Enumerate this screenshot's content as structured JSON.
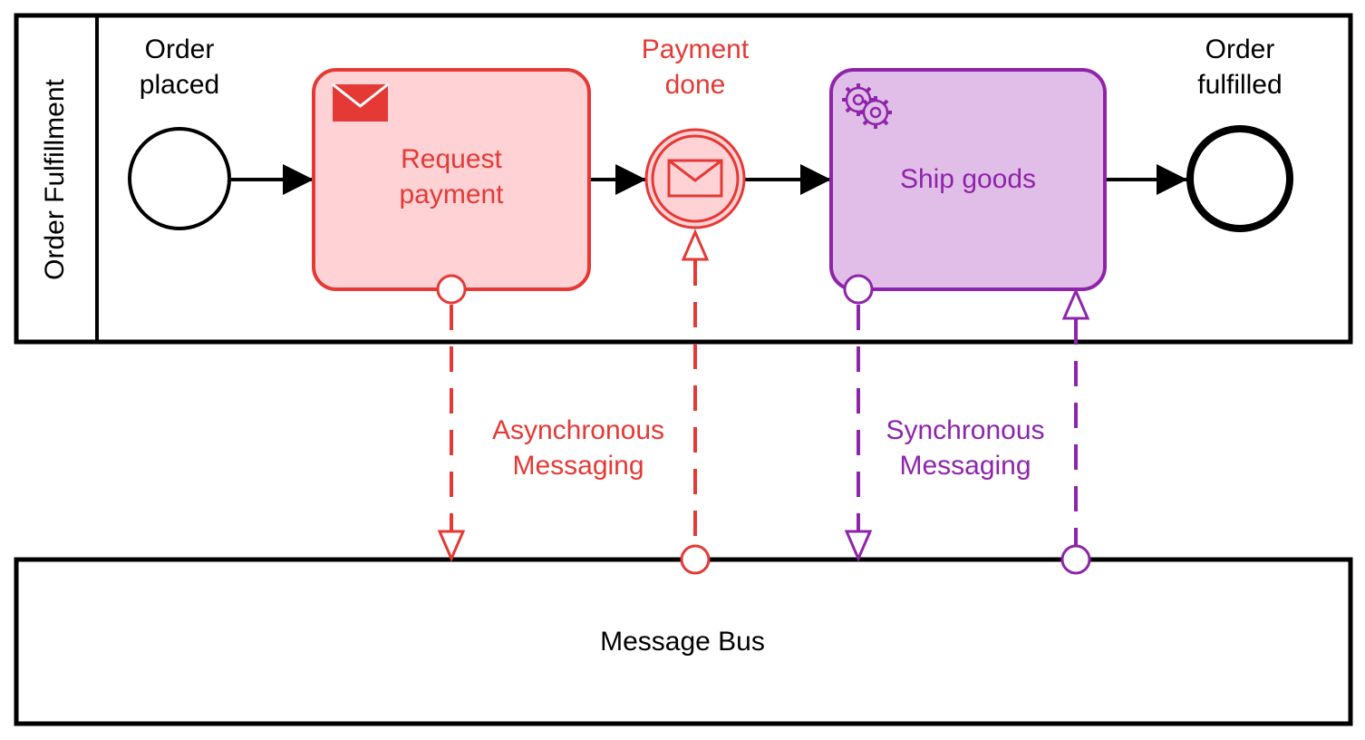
{
  "pool": {
    "label": "Order Fulfillment"
  },
  "start_event": {
    "label": "Order\nplaced"
  },
  "task_request_payment": {
    "label": "Request\npayment",
    "type_icon": "envelope-icon"
  },
  "event_payment_done": {
    "label": "Payment\ndone",
    "type_icon": "envelope-icon"
  },
  "task_ship_goods": {
    "label": "Ship goods",
    "type_icon": "gears-icon"
  },
  "end_event": {
    "label": "Order\nfulfilled"
  },
  "async_messaging": {
    "label": "Asynchronous\nMessaging"
  },
  "sync_messaging": {
    "label": "Synchronous\nMessaging"
  },
  "message_bus": {
    "label": "Message Bus"
  },
  "colors": {
    "line": "#000000",
    "async": "#e53935",
    "async_fill": "#ffd3d6",
    "sync": "#8e24aa",
    "sync_fill": "#e1bee7"
  }
}
